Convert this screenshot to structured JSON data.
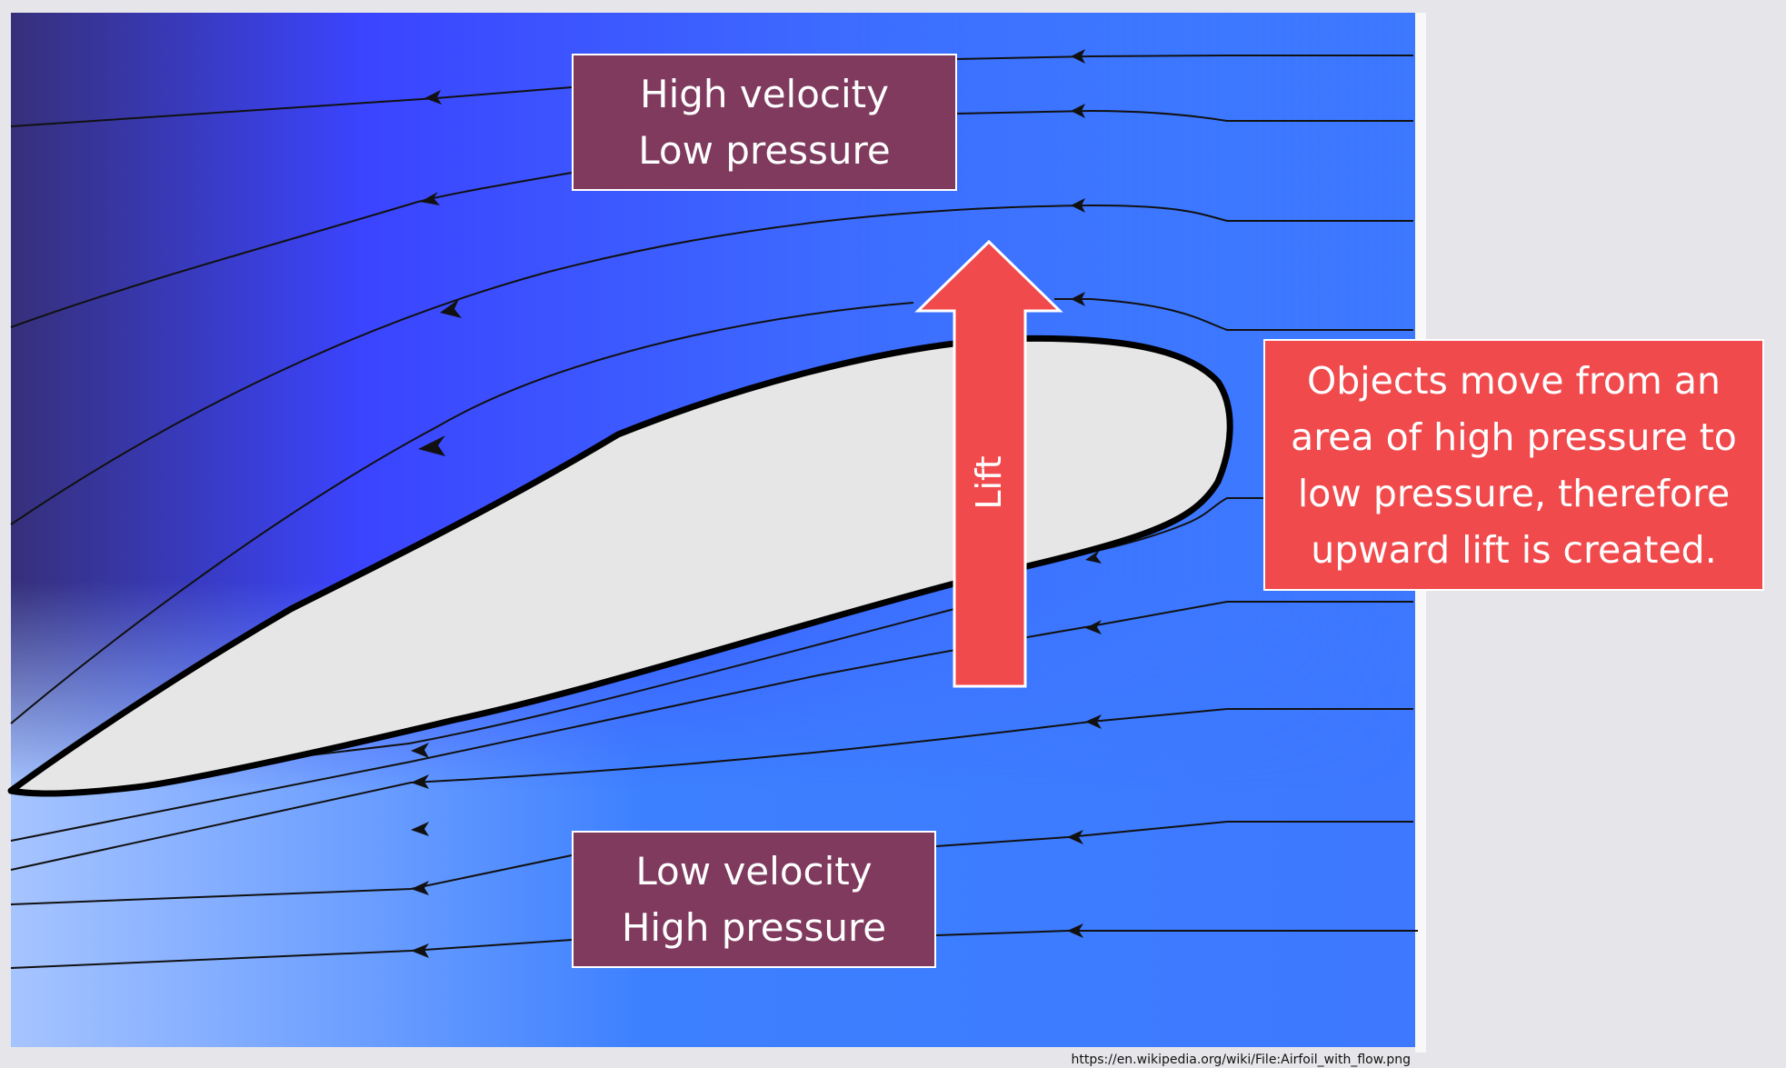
{
  "labels": {
    "top": [
      "High velocity",
      "Low pressure"
    ],
    "bottom": [
      "Low velocity",
      "High pressure"
    ],
    "arrow": "Lift",
    "explanation": [
      "Objects move from an",
      "area of high pressure to",
      "low pressure, therefore",
      "upward lift is created."
    ]
  },
  "source_url": "https://en.wikipedia.org/wiki/File:Airfoil_with_flow.png",
  "colors": {
    "page_background": "#e6e6ea",
    "airfoil_fill": "#e6e6e6",
    "lift_arrow": "#f14a4d",
    "label_box": "#7f3a5e",
    "explanation_box": "#f14a4d",
    "flow_top_left": "#a6c4ff",
    "flow_right": "#3d78ff",
    "flow_bottom_left": "#36307a"
  },
  "icons": {
    "flow_direction": "arrowhead-left-icon",
    "lift": "up-arrow-icon"
  }
}
